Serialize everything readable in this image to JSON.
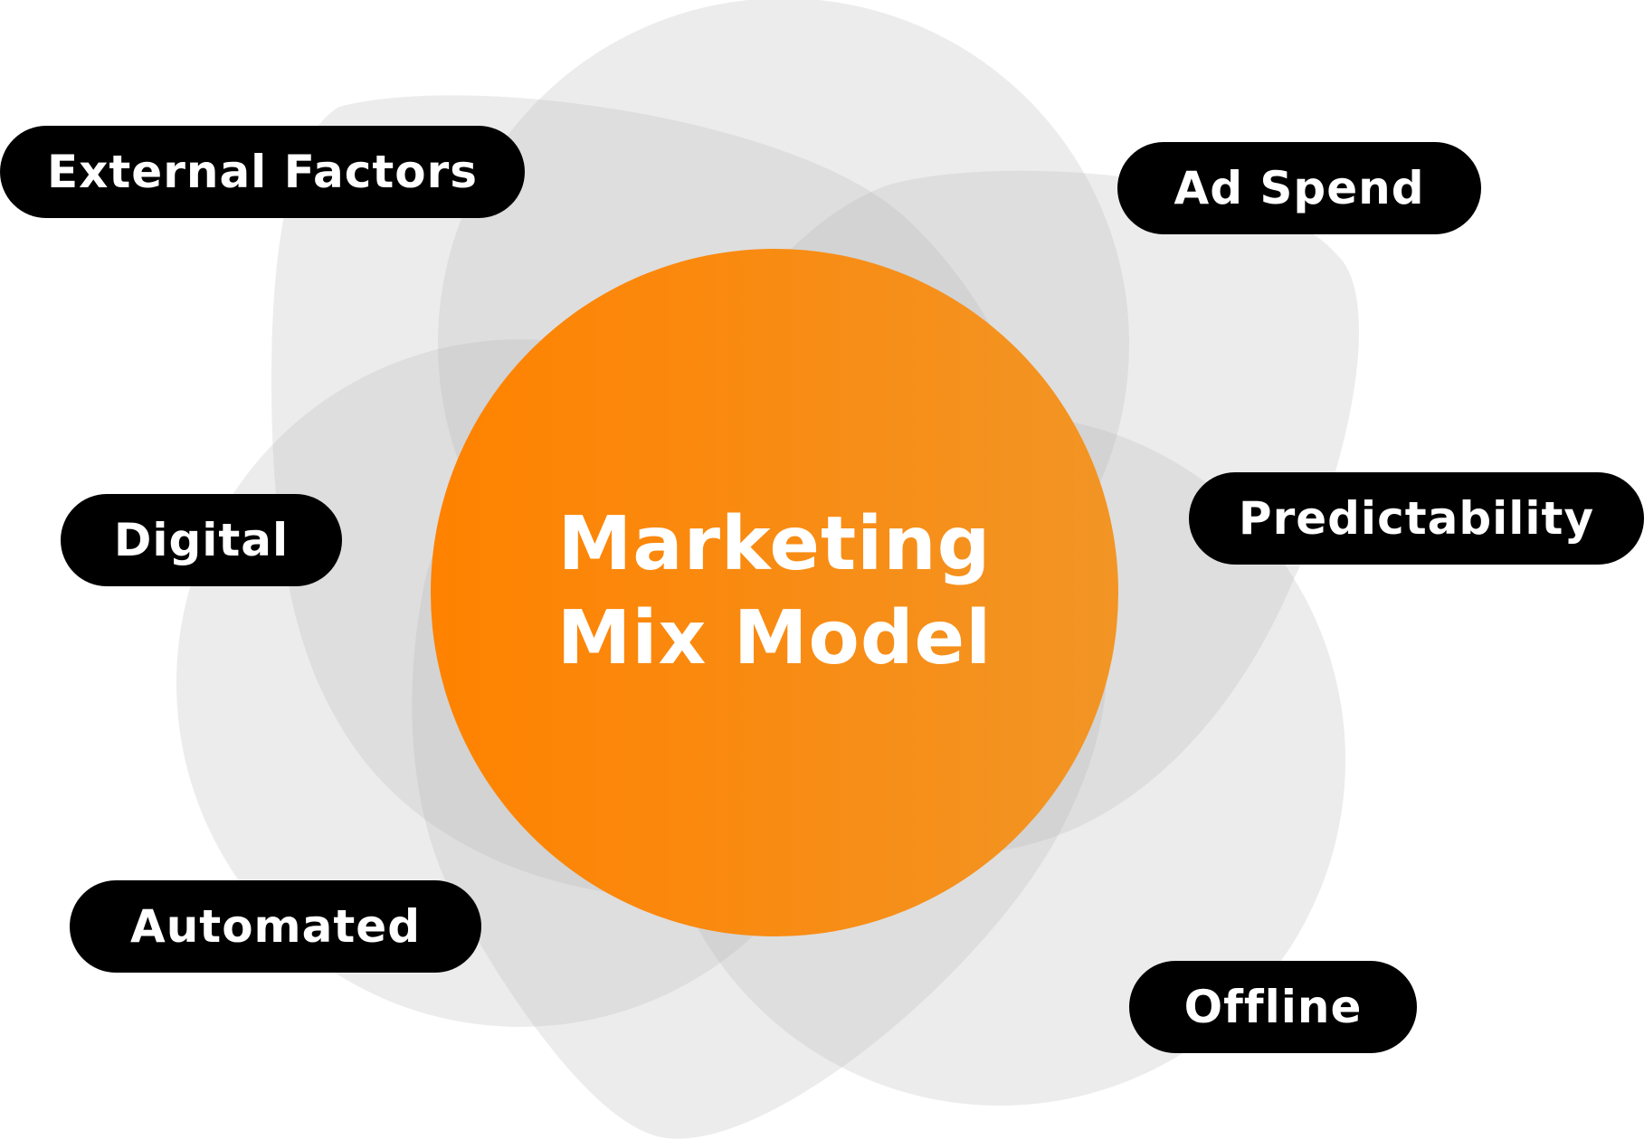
{
  "diagram": {
    "center": {
      "line1": "Marketing",
      "line2": "Mix Model"
    },
    "factors": [
      {
        "label": "External Factors"
      },
      {
        "label": "Ad Spend"
      },
      {
        "label": "Digital"
      },
      {
        "label": "Predictability"
      },
      {
        "label": "Automated"
      },
      {
        "label": "Offline"
      }
    ]
  },
  "colors": {
    "center_gradient_start": "#ff8200",
    "center_gradient_end": "#f29525",
    "label_background": "#000000",
    "label_text": "#ffffff",
    "blob_fill": "#b4b4b4"
  }
}
